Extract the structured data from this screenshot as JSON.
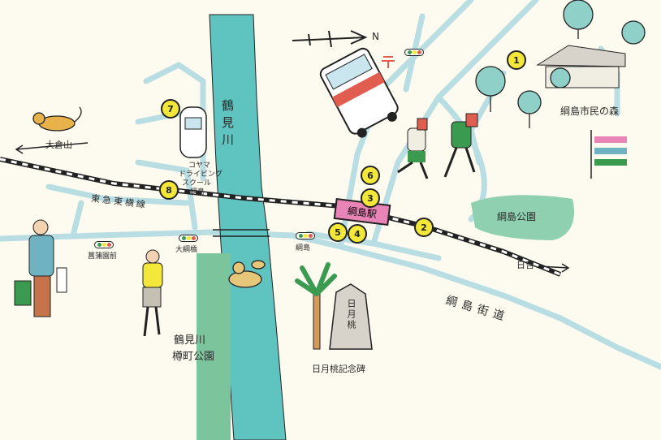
{
  "labels": {
    "river": "鶴見川",
    "north": "N",
    "okurayama_arrow": "大倉山",
    "toyoko_line": "東急東横線",
    "driving_school": [
      "コヤマ",
      "ドライビング",
      "スクール",
      "綱島"
    ],
    "tsunashima_station": "綱島駅",
    "hiyoshi_arrow": "日吉",
    "tsunashima_kaido": "綱島街道",
    "tsunashima_park": "綱島公園",
    "forest": "綱島市民の森",
    "bashiura": "菖蒲園前",
    "otsunabashi": "大綱橋",
    "tsunashima_small": "綱島",
    "park_name": [
      "鶴見川",
      "樽町公園"
    ],
    "monument": "日月桃記念碑",
    "stone_text": "日月桃"
  },
  "markers": [
    "1",
    "2",
    "3",
    "4",
    "5",
    "6",
    "7",
    "8"
  ],
  "colors": {
    "river": "#5fc3bf",
    "road": "#b8dde3",
    "park_green": "#7cc49b",
    "forest_green": "#8fd0b0",
    "station_pink": "#e884b6",
    "marker_yellow": "#f3e73a",
    "background": "#fdfbef"
  },
  "icons": [
    "cat-icon",
    "bus-icon",
    "car-icon",
    "hikers-icon",
    "duck-icon",
    "runner-icon",
    "shopper-icon",
    "palm-tree-icon",
    "stone-monument-icon",
    "house-icon",
    "tree-icon",
    "carp-streamer-icon",
    "post-office-icon",
    "traffic-signal-icon"
  ]
}
